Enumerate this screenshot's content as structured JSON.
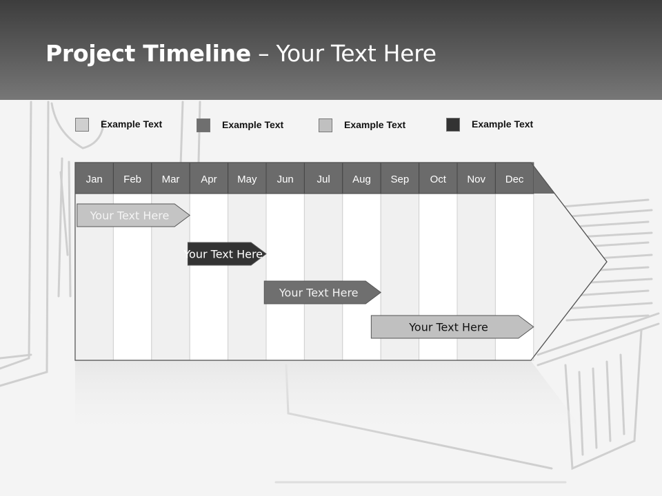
{
  "header": {
    "title_bold": "Project Timeline",
    "title_rest": " – Your Text Here"
  },
  "legend": [
    {
      "label": "Example Text",
      "color": "#cfcfcf"
    },
    {
      "label": "Example Text",
      "color": "#6f6f6f"
    },
    {
      "label": "Example Text",
      "color": "#c0c0c0"
    },
    {
      "label": "Example Text",
      "color": "#333333"
    }
  ],
  "timeline": {
    "months": [
      "Jan",
      "Feb",
      "Mar",
      "Apr",
      "May",
      "Jun",
      "Jul",
      "Aug",
      "Sep",
      "Oct",
      "Nov",
      "Dec"
    ],
    "header_color": "#6b6b6b",
    "tasks": [
      {
        "label": "Your  Text Here",
        "start_month": 0.05,
        "end_month": 3.0,
        "fill": "#c4c4c4",
        "text_color": "#f4f4f4"
      },
      {
        "label": "Your  Text Here",
        "start_month": 2.95,
        "end_month": 5.0,
        "fill": "#333333",
        "text_color": "#ffffff"
      },
      {
        "label": "Your  Text Here",
        "start_month": 4.95,
        "end_month": 8.0,
        "fill": "#6f6f6f",
        "text_color": "#f2f2f2"
      },
      {
        "label": "Your  Text Here",
        "start_month": 7.75,
        "end_month": 12.0,
        "fill": "#c0c0c0",
        "text_color": "#111111"
      }
    ]
  }
}
